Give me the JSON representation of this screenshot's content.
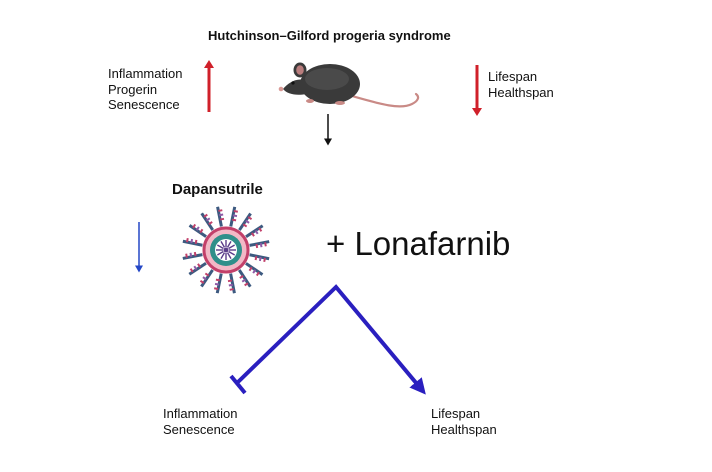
{
  "title": "Hutchinson–Gilford progeria syndrome",
  "increased": [
    "Inflammation",
    "Progerin",
    "Senescence"
  ],
  "decreased": [
    "Lifespan",
    "Healthspan"
  ],
  "drug": "Dapansutrile",
  "combination": "+ Lonafarnib",
  "inhibited": [
    "Inflammation",
    "Senescence"
  ],
  "promoted": [
    "Lifespan",
    "Healthspan"
  ],
  "colors": {
    "up": "#d0202a",
    "down_red": "#d0202a",
    "down_blue": "#2447c6",
    "branch": "#2a1fbf"
  },
  "icons": [
    "mouse-illustration",
    "nanoparticle-illustration"
  ]
}
